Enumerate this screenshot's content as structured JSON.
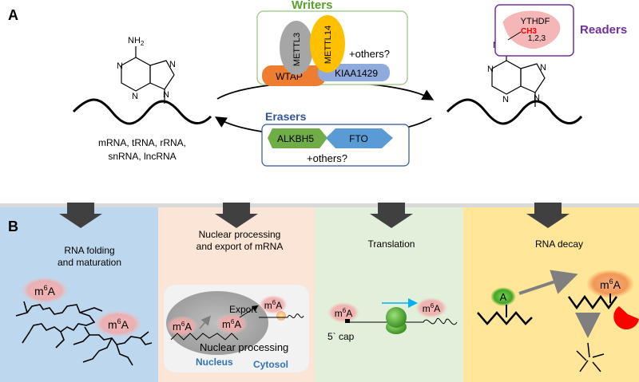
{
  "panel_a": {
    "label": "A",
    "adenine": {
      "nh2": "NH",
      "nh2_sub": "2",
      "n1": "N",
      "n3": "N",
      "n7": "N",
      "n9": "N"
    },
    "rna_types": {
      "line1": "mRNA, tRNA, rRNA,",
      "line2": "snRNA, lncRNA"
    },
    "writers": {
      "title": "Writers",
      "mettl3": "METTL3",
      "mettl14": "METTL14",
      "wtap": "WTAP",
      "kiaa": "KIAA1429",
      "others": "+others?"
    },
    "erasers": {
      "title": "Erasers",
      "alkbh5": "ALKBH5",
      "fto": "FTO",
      "others": "+others?"
    },
    "readers": {
      "title": "Readers",
      "ythdf": "YTHDF",
      "ythdf_sub": "1,2,3",
      "ch3": "CH3",
      "nh": "NH"
    },
    "colors": {
      "writers": "#5aa02c",
      "erasers": "#2f5597",
      "readers": "#7030a0",
      "mettl3": "#a6a6a6",
      "mettl14": "#ffc000",
      "wtap": "#ed7d31",
      "kiaa": "#8faadc",
      "alkbh5": "#70ad47",
      "fto": "#5b9bd5"
    }
  },
  "panel_b": {
    "label": "B",
    "sections": [
      {
        "id": "folding",
        "title_line1": "RNA folding",
        "title_line2": "and maturation",
        "color": "#bdd7ee"
      },
      {
        "id": "nuclear",
        "title_line1": "Nuclear processing",
        "title_line2": "and export of mRNA",
        "color": "#fbe5d6"
      },
      {
        "id": "translation",
        "title_line1": "Translation",
        "title_line2": "",
        "color": "#e2efda"
      },
      {
        "id": "decay",
        "title_line1": "RNA decay",
        "title_line2": "",
        "color": "#ffe699"
      }
    ],
    "mark": "m",
    "mark_sup": "6",
    "mark_base": "A",
    "nuclear": {
      "export": "Export",
      "processing": "Nuclear processing",
      "nucleus": "Nucleus",
      "cytosol": "Cytosol"
    },
    "translation": {
      "cap": "5` cap"
    },
    "decay": {
      "a": "A"
    }
  }
}
